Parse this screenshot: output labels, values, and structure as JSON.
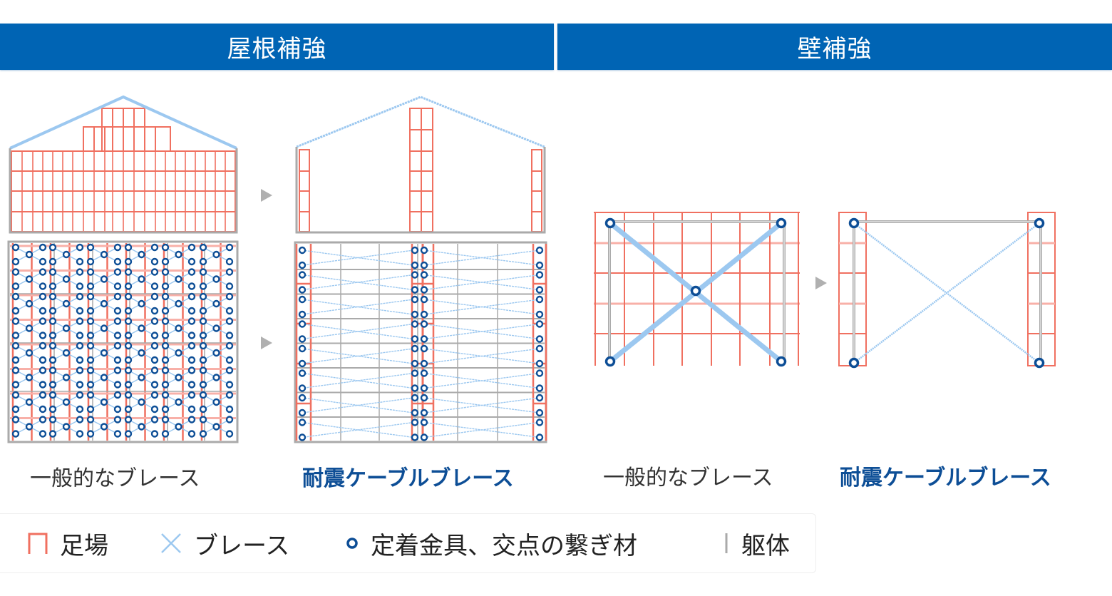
{
  "headers": {
    "roof": "屋根補強",
    "wall": "壁補強"
  },
  "captions": {
    "roof_general": "一般的なブレース",
    "roof_cable": "耐震ケーブルブレース",
    "wall_general": "一般的なブレース",
    "wall_cable": "耐震ケーブルブレース"
  },
  "legend": {
    "items": [
      {
        "icon": "scaffold-icon",
        "label": "足場",
        "color": "#f07060"
      },
      {
        "icon": "brace-x-icon",
        "label": "ブレース",
        "color": "#9cc8f0"
      },
      {
        "icon": "anchor-circle-icon",
        "label": "定着金具、交点の繋ぎ材",
        "color": "#0d4e96"
      },
      {
        "icon": "frame-line-icon",
        "label": "躯体",
        "color": "#aaaaaa"
      }
    ]
  },
  "colors": {
    "header_bg": "#0064b4",
    "scaffold": "#f07060",
    "scaffold_light": "#f8b0a8",
    "brace": "#9cc8f0",
    "anchor": "#0d4e96",
    "frame": "#aaaaaa",
    "cable_caption": "#0d4e96"
  }
}
